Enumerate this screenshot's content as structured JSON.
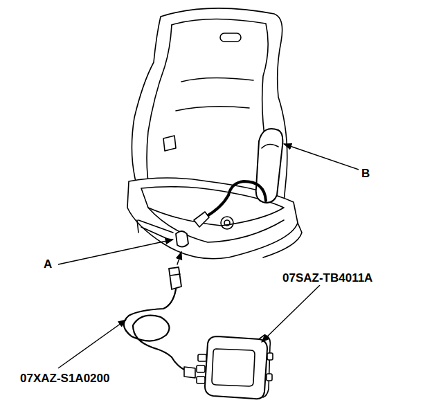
{
  "diagram": {
    "labels": [
      "B",
      "07SAZ-TB4011A",
      "A",
      "07XAZ-S1A0200"
    ]
  }
}
